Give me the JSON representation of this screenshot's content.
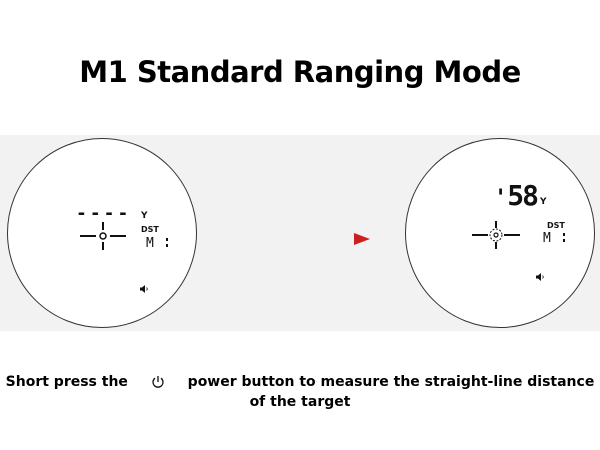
{
  "title": "M1 Standard Ranging Mode",
  "before": {
    "distance_display": "----",
    "unit": "Y",
    "mode_label": "DST",
    "mode_value": "M"
  },
  "after": {
    "distance_display": "58",
    "unit": "Y",
    "mode_label": "DST",
    "mode_value": "M"
  },
  "caption": {
    "line1_before_icon": "Short press the",
    "line1_after_icon": "power button to measure the straight-line distance",
    "line2": "of the target"
  },
  "colors": {
    "arrow": "#cc1f1f",
    "band": "#f2f2f2"
  },
  "icons": {
    "power": "power-icon",
    "crosshair": "crosshair-icon",
    "speaker": "speaker-icon",
    "arrow": "arrow-right-icon"
  }
}
